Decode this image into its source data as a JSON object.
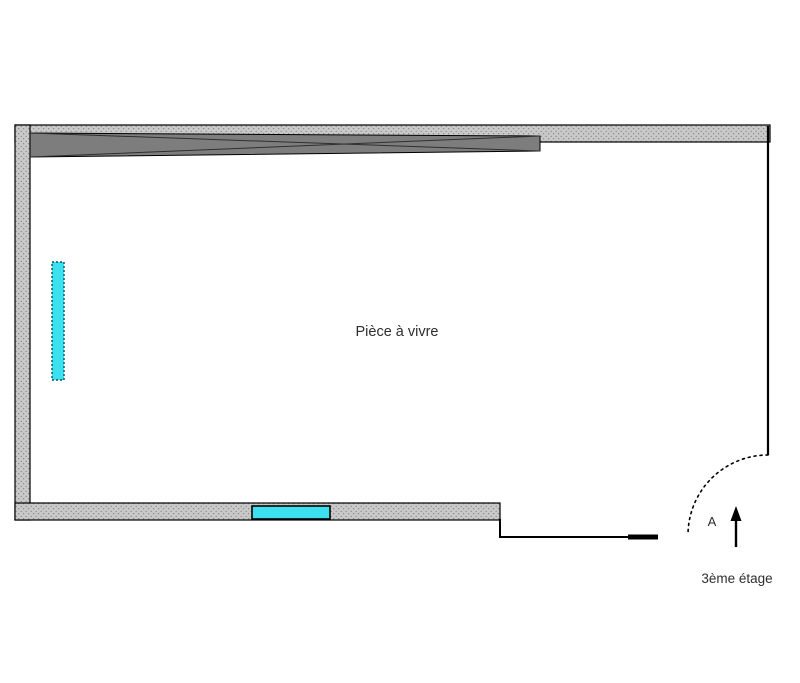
{
  "floorplan": {
    "room_label": "Pièce à vivre",
    "door_label": "A",
    "floor_label": "3ème étage",
    "colors": {
      "window": "#3de0ee",
      "wall_fill": "#c9c9c9",
      "wall_dot": "#8a8a8a",
      "beam_fill": "#7d7d7d",
      "outline": "#000000"
    }
  }
}
